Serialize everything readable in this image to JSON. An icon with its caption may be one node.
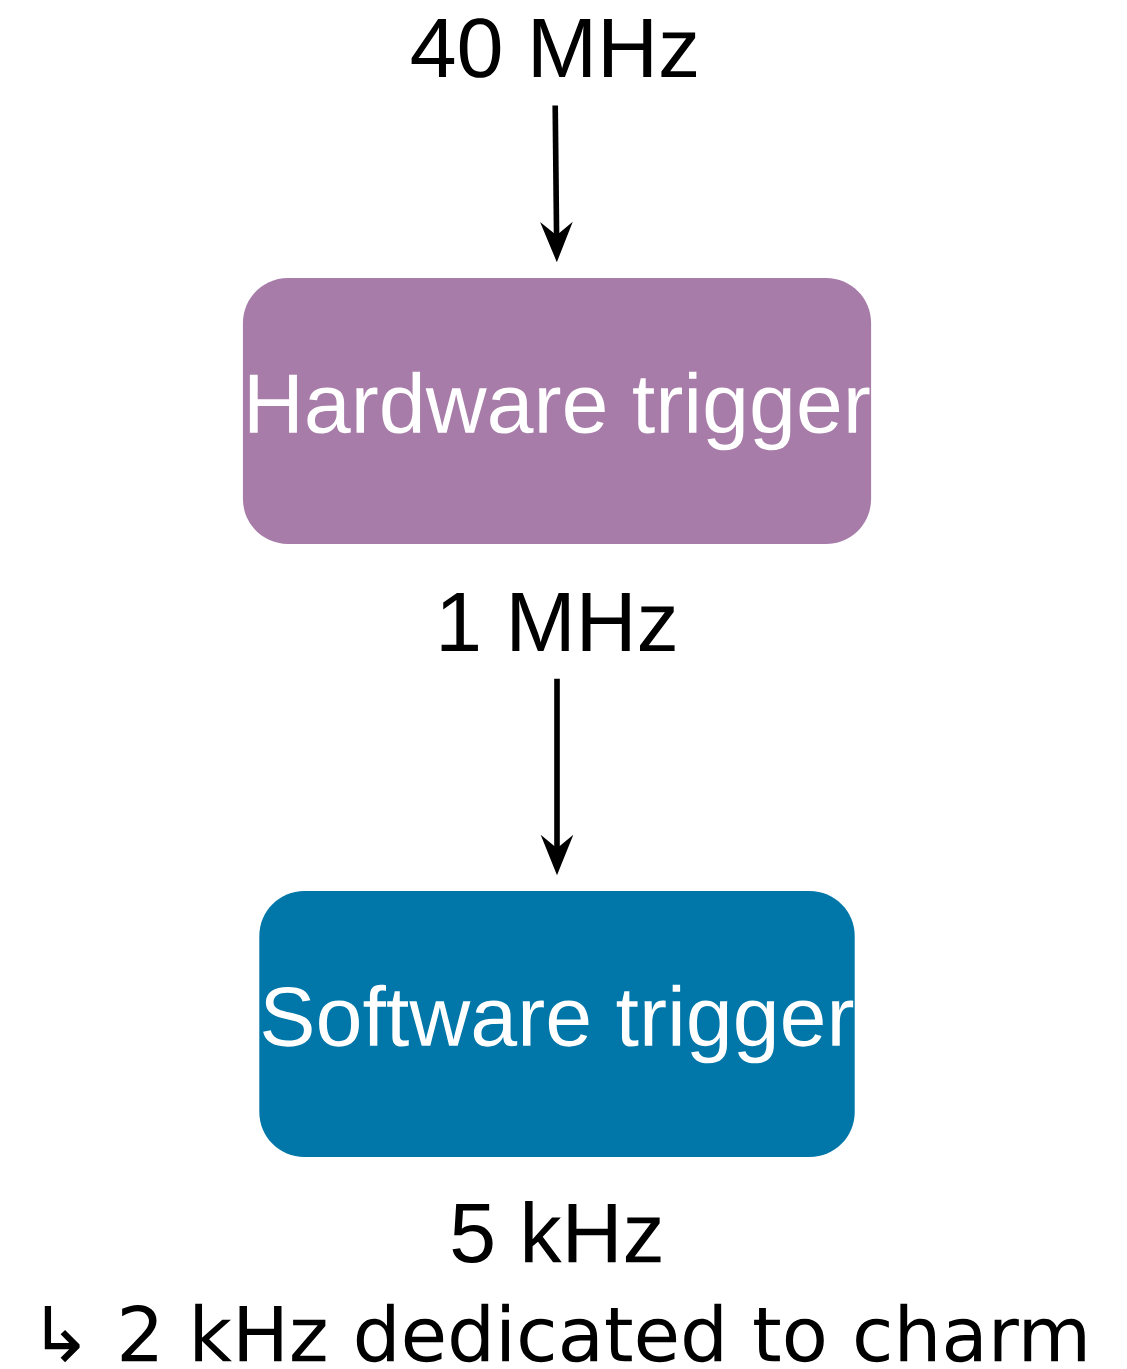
{
  "diagram": {
    "nodes": [
      {
        "text": [
          "40 MHz"
        ]
      },
      {
        "text": [
          "Hardware trigger"
        ]
      },
      {
        "text": [
          "1 MHz"
        ]
      },
      {
        "text": [
          "Software trigger"
        ]
      }
    ],
    "edges": [
      {
        "from": 0,
        "to": 1,
        "arrow": "to"
      },
      {
        "from": 2,
        "to": 3,
        "arrow": "to"
      }
    ],
    "labels": [
      "5 kHz",
      "↳ 2 kHz dedicated to charm"
    ]
  }
}
